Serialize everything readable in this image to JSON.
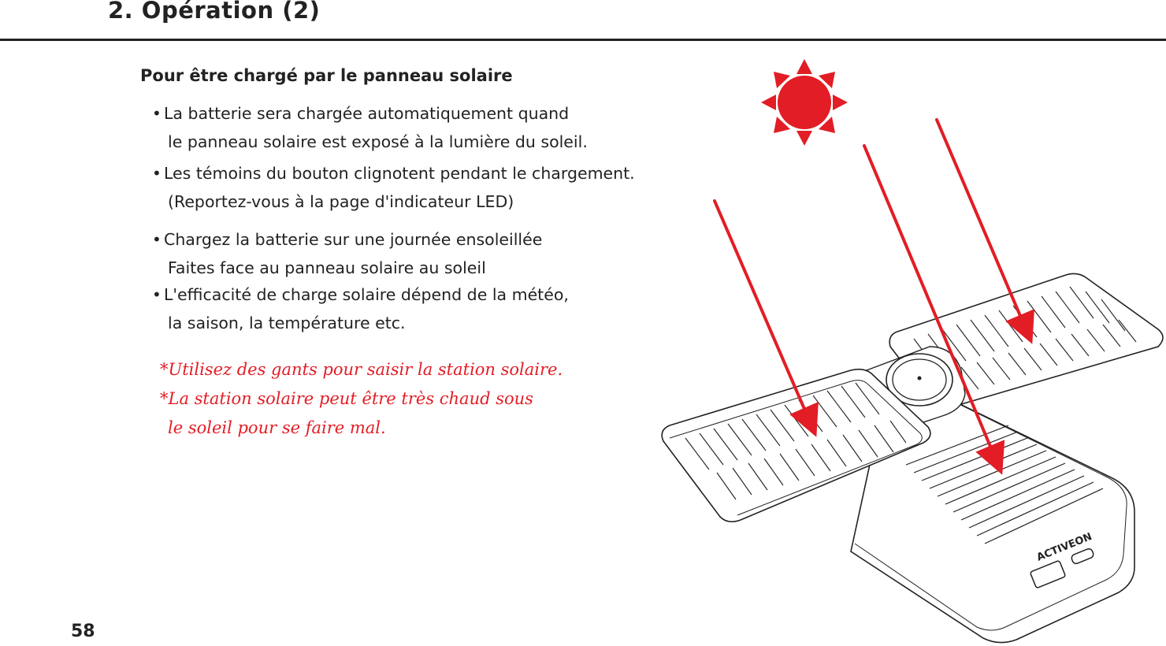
{
  "header": {
    "title": "2. Opération (2)"
  },
  "section": {
    "heading": "Pour être chargé par le panneau solaire",
    "bullets": [
      {
        "line1": "La batterie sera chargée automatiquement quand",
        "line2": "le panneau solaire est exposé à la lumière du soleil."
      },
      {
        "line1": "Les témoins du bouton clignotent pendant le chargement.",
        "line2": "(Reportez-vous à la page d'indicateur LED)"
      },
      {
        "line1": "Chargez la batterie sur une journée ensoleillée",
        "line2": "Faites face au panneau solaire au soleil"
      },
      {
        "line1": "L'efficacité de charge solaire dépend de la météo,",
        "line2": "la saison, la température etc."
      }
    ],
    "bullet_symbol": "•"
  },
  "warnings": {
    "line1": "*Utilisez des gants pour saisir la station solaire.",
    "line2": "*La station solaire peut être très chaud sous",
    "line3": "le soleil pour se faire mal."
  },
  "illustration": {
    "brand_logo": "ACTIVEON",
    "sun_icon": "sun-icon",
    "arrow_color": "#e21d25",
    "sun_color": "#e21d25"
  },
  "footer": {
    "page_number": "58"
  }
}
